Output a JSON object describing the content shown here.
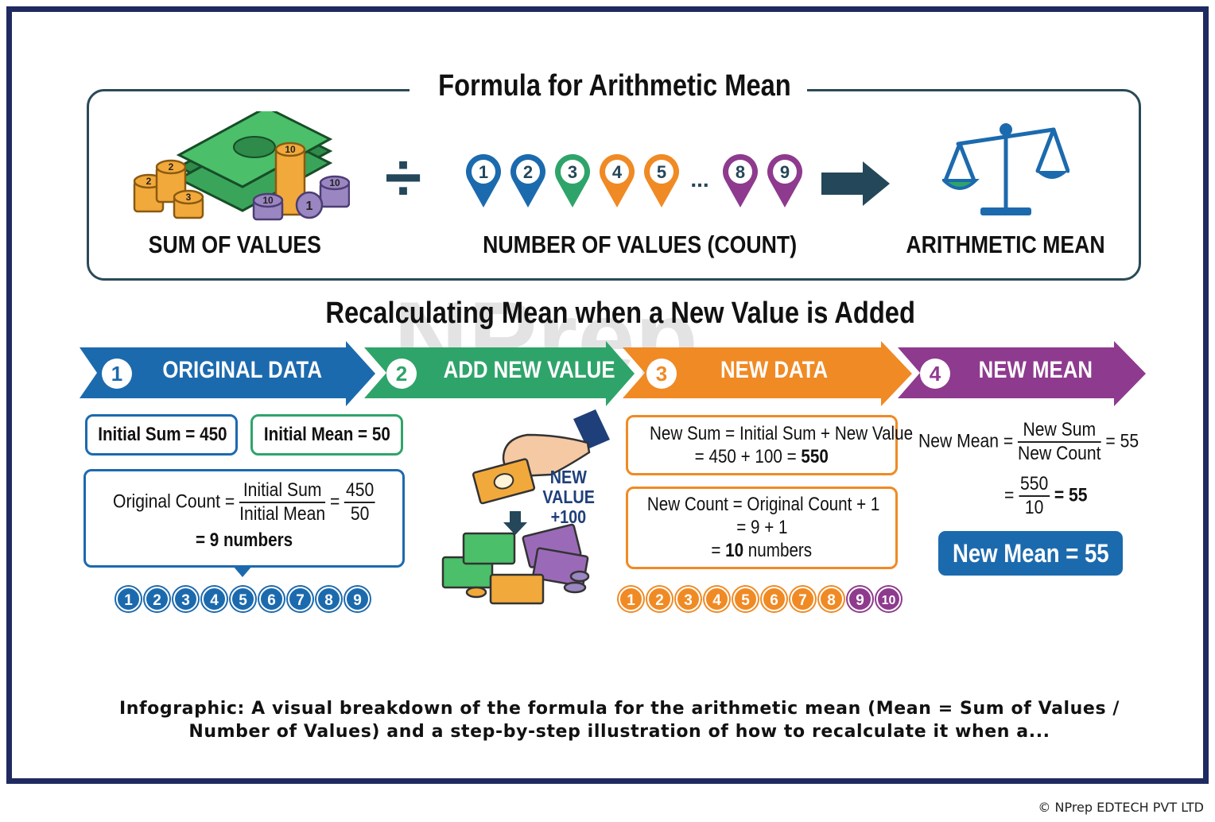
{
  "formula": {
    "title": "Formula for Arithmetic Mean",
    "sum_label": "SUM OF VALUES",
    "count_label": "NUMBER OF VALUES (COUNT)",
    "mean_label": "ARITHMETIC MEAN",
    "divide_symbol": "÷",
    "ellipsis": "...",
    "pins": [
      {
        "label": "1",
        "color": "#1c6aae"
      },
      {
        "label": "2",
        "color": "#1c6aae"
      },
      {
        "label": "3",
        "color": "#2fa46a"
      },
      {
        "label": "4",
        "color": "#f08a24"
      },
      {
        "label": "5",
        "color": "#f08a24"
      },
      {
        "label": "8",
        "color": "#8e3a8e"
      },
      {
        "label": "9",
        "color": "#8e3a8e"
      }
    ],
    "coin_labels": [
      "2",
      "2",
      "3",
      "10",
      "10",
      "10",
      "1"
    ]
  },
  "recalc": {
    "title": "Recalculating Mean when a New Value is Added",
    "watermark": "NPrep",
    "steps": [
      {
        "num": "1",
        "label": "ORIGINAL DATA",
        "color": "#1c6aae"
      },
      {
        "num": "2",
        "label": "ADD NEW VALUE",
        "color": "#2fa46a"
      },
      {
        "num": "3",
        "label": "NEW DATA",
        "color": "#f08a24"
      },
      {
        "num": "4",
        "label": "NEW MEAN",
        "color": "#8e3a8e"
      }
    ]
  },
  "original": {
    "initial_sum": "Initial Sum = 450",
    "initial_mean": "Initial Mean = 50",
    "count_prefix": "Original Count =",
    "frac1_top": "Initial Sum",
    "frac1_bottom": "Initial Mean",
    "eq": "=",
    "frac2_top": "450",
    "frac2_bottom": "50",
    "result": "= 9 numbers",
    "dots": [
      "1",
      "2",
      "3",
      "4",
      "5",
      "6",
      "7",
      "8",
      "9"
    ],
    "dot_color": "#1c6aae"
  },
  "add": {
    "text_line1": "NEW",
    "text_line2": "VALUE",
    "text_line3": "+100"
  },
  "newdata": {
    "sum_line1": "New Sum = Initial Sum + New Value",
    "sum_line2_prefix": "= 450 + 100 = ",
    "sum_line2_bold": "550",
    "count_line1": "New Count = Original Count + 1",
    "count_line2": "= 9 + 1",
    "count_line3_prefix": "= ",
    "count_line3_bold": "10",
    "count_line3_suffix": " numbers",
    "dots": [
      {
        "label": "1",
        "color": "#f08a24"
      },
      {
        "label": "2",
        "color": "#f08a24"
      },
      {
        "label": "3",
        "color": "#f08a24"
      },
      {
        "label": "4",
        "color": "#f08a24"
      },
      {
        "label": "5",
        "color": "#f08a24"
      },
      {
        "label": "6",
        "color": "#f08a24"
      },
      {
        "label": "7",
        "color": "#f08a24"
      },
      {
        "label": "8",
        "color": "#f08a24"
      },
      {
        "label": "9",
        "color": "#8e3a8e"
      },
      {
        "label": "10",
        "color": "#8e3a8e"
      }
    ]
  },
  "newmean": {
    "prefix": "New Mean =",
    "frac_top": "New Sum",
    "frac_bottom": "New Count",
    "eq_result": "= 55",
    "eq": "=",
    "frac2_top": "550",
    "frac2_bottom": "10",
    "result2": "= 55",
    "badge": "New Mean = 55"
  },
  "caption": "Infographic: A visual breakdown of the formula for the arithmetic mean (Mean = Sum of Values / Number of Values) and a step-by-step illustration of how to recalculate it when a...",
  "copyright": "© NPrep EDTECH PVT LTD"
}
